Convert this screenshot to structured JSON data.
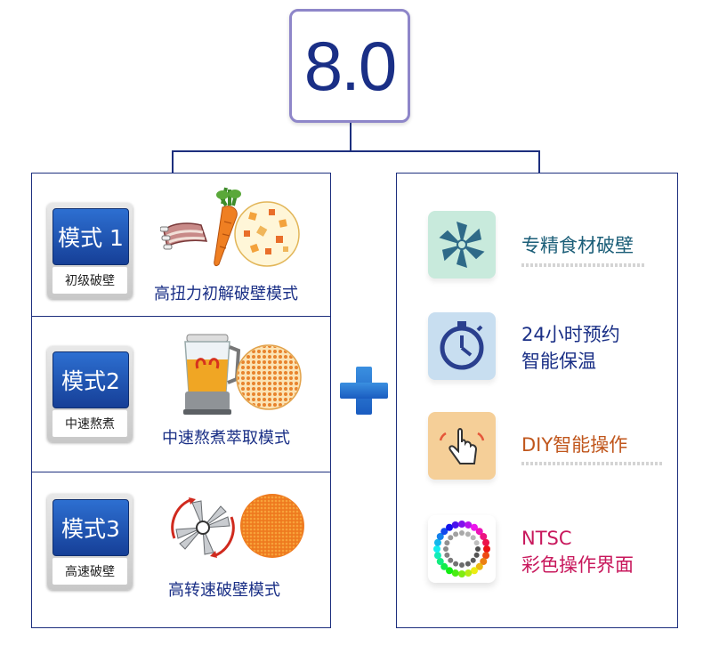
{
  "version": "8.0",
  "modes": [
    {
      "badge": "模式 1",
      "sub": "初级破壁",
      "caption": "高扭力初解破壁模式"
    },
    {
      "badge": "模式2",
      "sub": "中速熬煮",
      "caption": "中速熬煮萃取模式"
    },
    {
      "badge": "模式3",
      "sub": "高速破壁",
      "caption": "高转速破壁模式"
    }
  ],
  "plus": "+",
  "features": [
    {
      "line1": "专精食材破壁",
      "line2": "",
      "color": "#1b5e78",
      "icon": "blade-icon",
      "tile": "#c8eadc"
    },
    {
      "line1": "24小时预约",
      "line2": "智能保温",
      "color": "#1a2f86",
      "icon": "stopwatch-icon",
      "tile": "#c8def0"
    },
    {
      "line1": "DIY智能操作",
      "line2": "",
      "color": "#c0561c",
      "icon": "tap-hand-icon",
      "tile": "#f5cf98"
    },
    {
      "line1": "NTSC",
      "line2": "彩色操作界面",
      "color": "#c8185c",
      "icon": "color-wheel-icon",
      "tile": "#ffffff"
    }
  ]
}
